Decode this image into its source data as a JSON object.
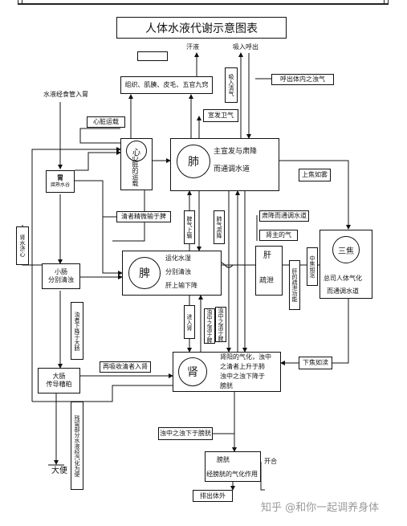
{
  "title": "人体水液代谢示意图表",
  "top": {
    "sweat": "汗液",
    "inhale_exhale": "吸入呼出",
    "tissues": "组织、肌腠、皮毛、五官九窍",
    "inhale_fresh": "吸入清气",
    "exhale_turbid": "呼出体内之浊气",
    "xuanfa_weiqi": "宣发卫气",
    "water_enters": "水液经食管入胃",
    "heart_transport": "心脏运载"
  },
  "heart": {
    "name": "心",
    "role": "心脏的运载"
  },
  "stomach": {
    "name": "胃",
    "role": "腐熟水谷"
  },
  "lung": {
    "name": "肺",
    "text_1": "主宣发与肃降",
    "text_2": "而通调水道"
  },
  "spleen": {
    "name": "脾",
    "text_1": "运化水湿",
    "text_2": "分别清浊",
    "text_3": "肝上输下降"
  },
  "liver": {
    "name": "肝",
    "role": "疏泄"
  },
  "sanjiao": {
    "name": "三焦",
    "text_1": "总司人体气化",
    "text_2": "而通调水道"
  },
  "kidney": {
    "name": "肾",
    "text_1": "肾阳的气化，浊中",
    "text_2": "之清者上升于肺",
    "text_3": "浊中之浊下降于",
    "text_4": "膀胱"
  },
  "small_intestine": {
    "name": "小肠",
    "role": "分别清浊"
  },
  "large_intestine": {
    "name": "大肠",
    "role": "传导糟粕"
  },
  "bladder": {
    "name": "膀胱",
    "role": "经膀胱的气化作用",
    "open_close": "开合"
  },
  "labels": {
    "essence_to_spleen": "清者精微输于脾",
    "spleen_up_lung": "脾气上输",
    "lung_down": "肺气肃降",
    "descend_water": "肃降而通调水道",
    "kidney_steam": "肾主的气",
    "middle_jiao": "中焦如沤",
    "liver_shuxie": "肝的疏泄功能",
    "upper_jiao": "上焦如雾",
    "lower_jiao": "下焦如渎",
    "into_kidney": "进入肾",
    "turbid_to_spleen": "浊中之清于脾",
    "residue_down": "浊者下降于大肠",
    "reabsorb": "再吸收清者入肾",
    "turbid_to_bladder": "浊中之浊下于膀胱",
    "excrete": "排出体外",
    "residue_water": "残留部分水液经汽化为便",
    "stool": "大便",
    "kidney_heart": "肾水济心"
  },
  "watermark": "知乎 @和你一起调养身体"
}
